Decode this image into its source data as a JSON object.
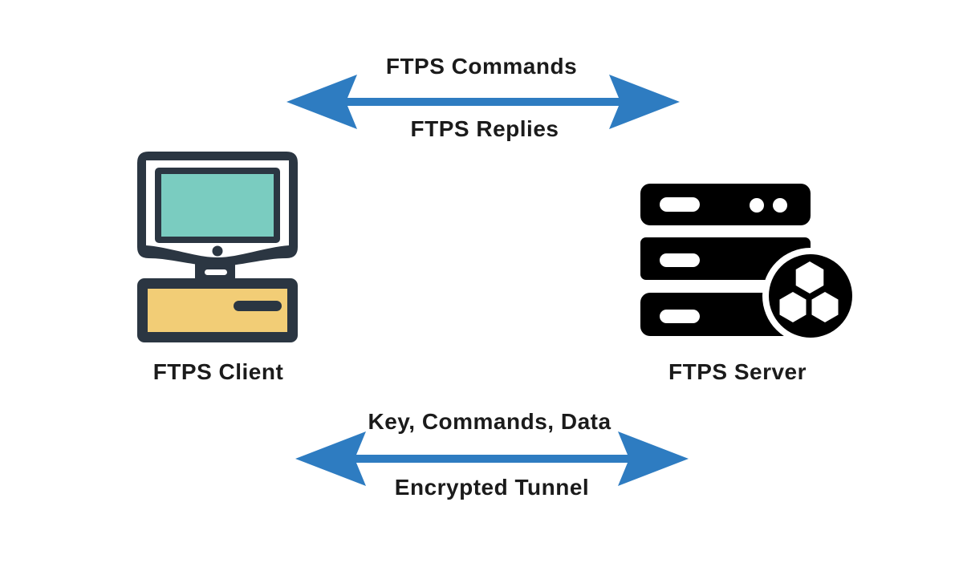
{
  "diagram_type": "network-flow",
  "nodes": {
    "client": {
      "label": "FTPS Client",
      "icon": "desktop-computer-icon"
    },
    "server": {
      "label": "FTPS Server",
      "icon": "server-rack-icon"
    }
  },
  "connections": {
    "command_channel": {
      "direction": "bidirectional",
      "label_above": "FTPS Commands",
      "label_below": "FTPS Replies"
    },
    "secure_channel": {
      "direction": "bidirectional",
      "label_above": "Key, Commands, Data",
      "label_below": "Encrypted Tunnel"
    }
  },
  "colors": {
    "arrow_blue": "#2e7cc1",
    "outline_dark": "#2b3642",
    "screen_teal": "#7accc0",
    "base_yellow": "#f2cd76",
    "server_black": "#000000",
    "text": "#1b1b1b",
    "background": "#ffffff"
  }
}
